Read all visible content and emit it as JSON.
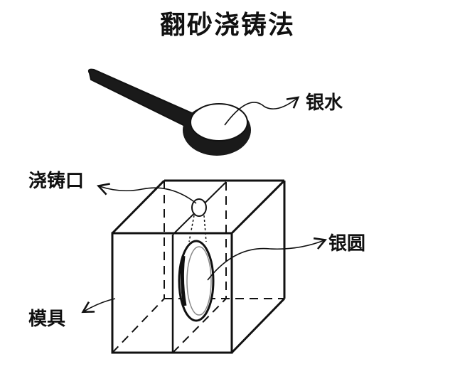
{
  "title": "翻砂浇铸法",
  "labels": {
    "molten_silver": "银水",
    "pouring_gate": "浇铸口",
    "silver_coin": "银圆",
    "mold": "模具"
  },
  "colors": {
    "ink": "#111111",
    "background": "#ffffff"
  }
}
